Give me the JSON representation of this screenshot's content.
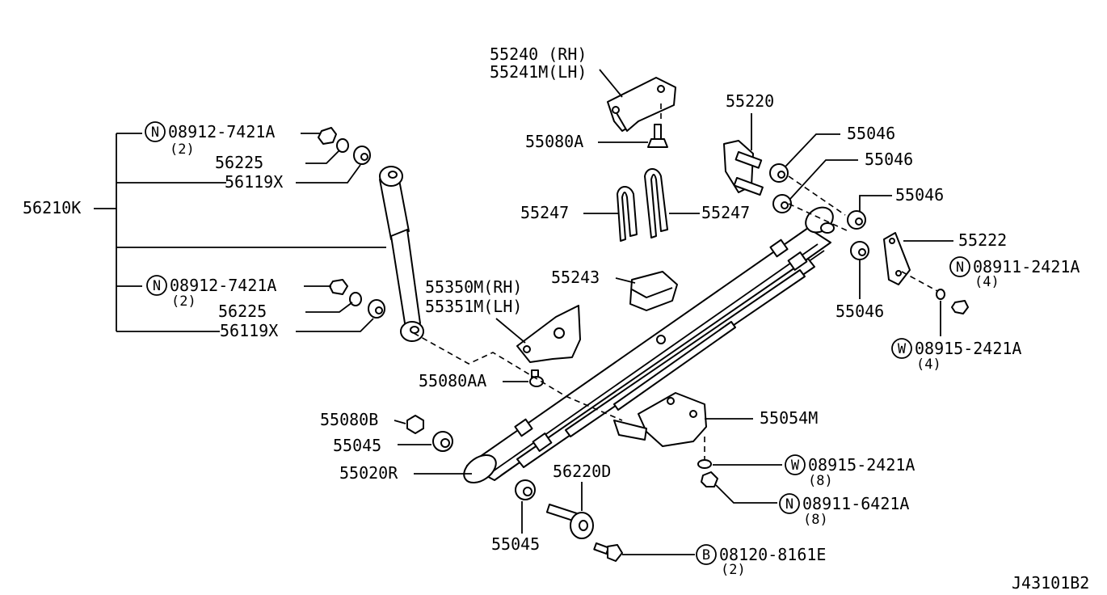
{
  "drawing_id": "J43101B2",
  "labels": {
    "p55240": "55240 (RH)",
    "p55241m": "55241M(LH)",
    "p55080a": "55080A",
    "p55220": "55220",
    "p55046_1": "55046",
    "p55046_2": "55046",
    "p55046_3": "55046",
    "p55046_4": "55046",
    "p55222": "55222",
    "p55247_left": "55247",
    "p55247_right": "55247",
    "p55243": "55243",
    "p55350m": "55350M(RH)",
    "p55351m": "55351M(LH)",
    "p55080aa": "55080AA",
    "p55080b": "55080B",
    "p55045_1": "55045",
    "p55020r": "55020R",
    "p55045_2": "55045",
    "p56220d": "56220D",
    "p55054m": "55054M",
    "p56210k": "56210K",
    "p56225_1": "56225",
    "p56119x_1": "56119X",
    "p56225_2": "56225",
    "p56119x_2": "56119X",
    "n_top": "08912-7421A",
    "n_top_qty": "(2)",
    "n_mid": "08912-7421A",
    "n_mid_qty": "(2)",
    "n_right": "08911-2421A",
    "n_right_qty": "(4)",
    "w_right": "08915-2421A",
    "w_right_qty": "(4)",
    "w_bottom": "08915-2421A",
    "w_bottom_qty": "(8)",
    "n_bottom": "08911-6421A",
    "n_bottom_qty": "(8)",
    "b_bottom": "08120-8161E",
    "b_bottom_qty": "(2)"
  },
  "symbols": {
    "nut": "N",
    "washer": "W",
    "bolt": "B"
  }
}
